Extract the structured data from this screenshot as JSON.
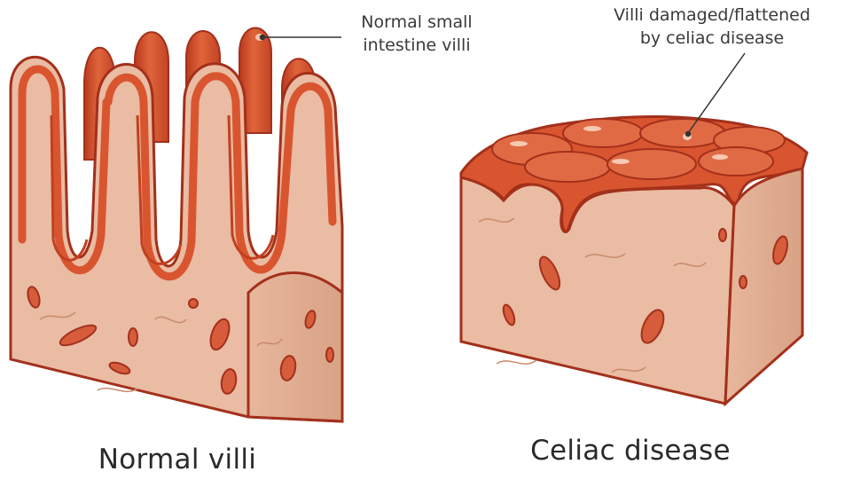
{
  "labels": {
    "normal_villi_annotation": [
      "Normal small",
      "intestine villi"
    ],
    "damaged_villi_annotation": [
      "Villi damaged/flattened",
      "by celiac disease"
    ]
  },
  "captions": {
    "left": "Normal villi",
    "right": "Celiac disease"
  },
  "colors": {
    "tissue": "#e9bca3",
    "tissue_dark": "#d9a487",
    "villus": "#d9552f",
    "villus_dark": "#b5361c",
    "outline": "#a3301b",
    "leader_line": "#333333"
  }
}
